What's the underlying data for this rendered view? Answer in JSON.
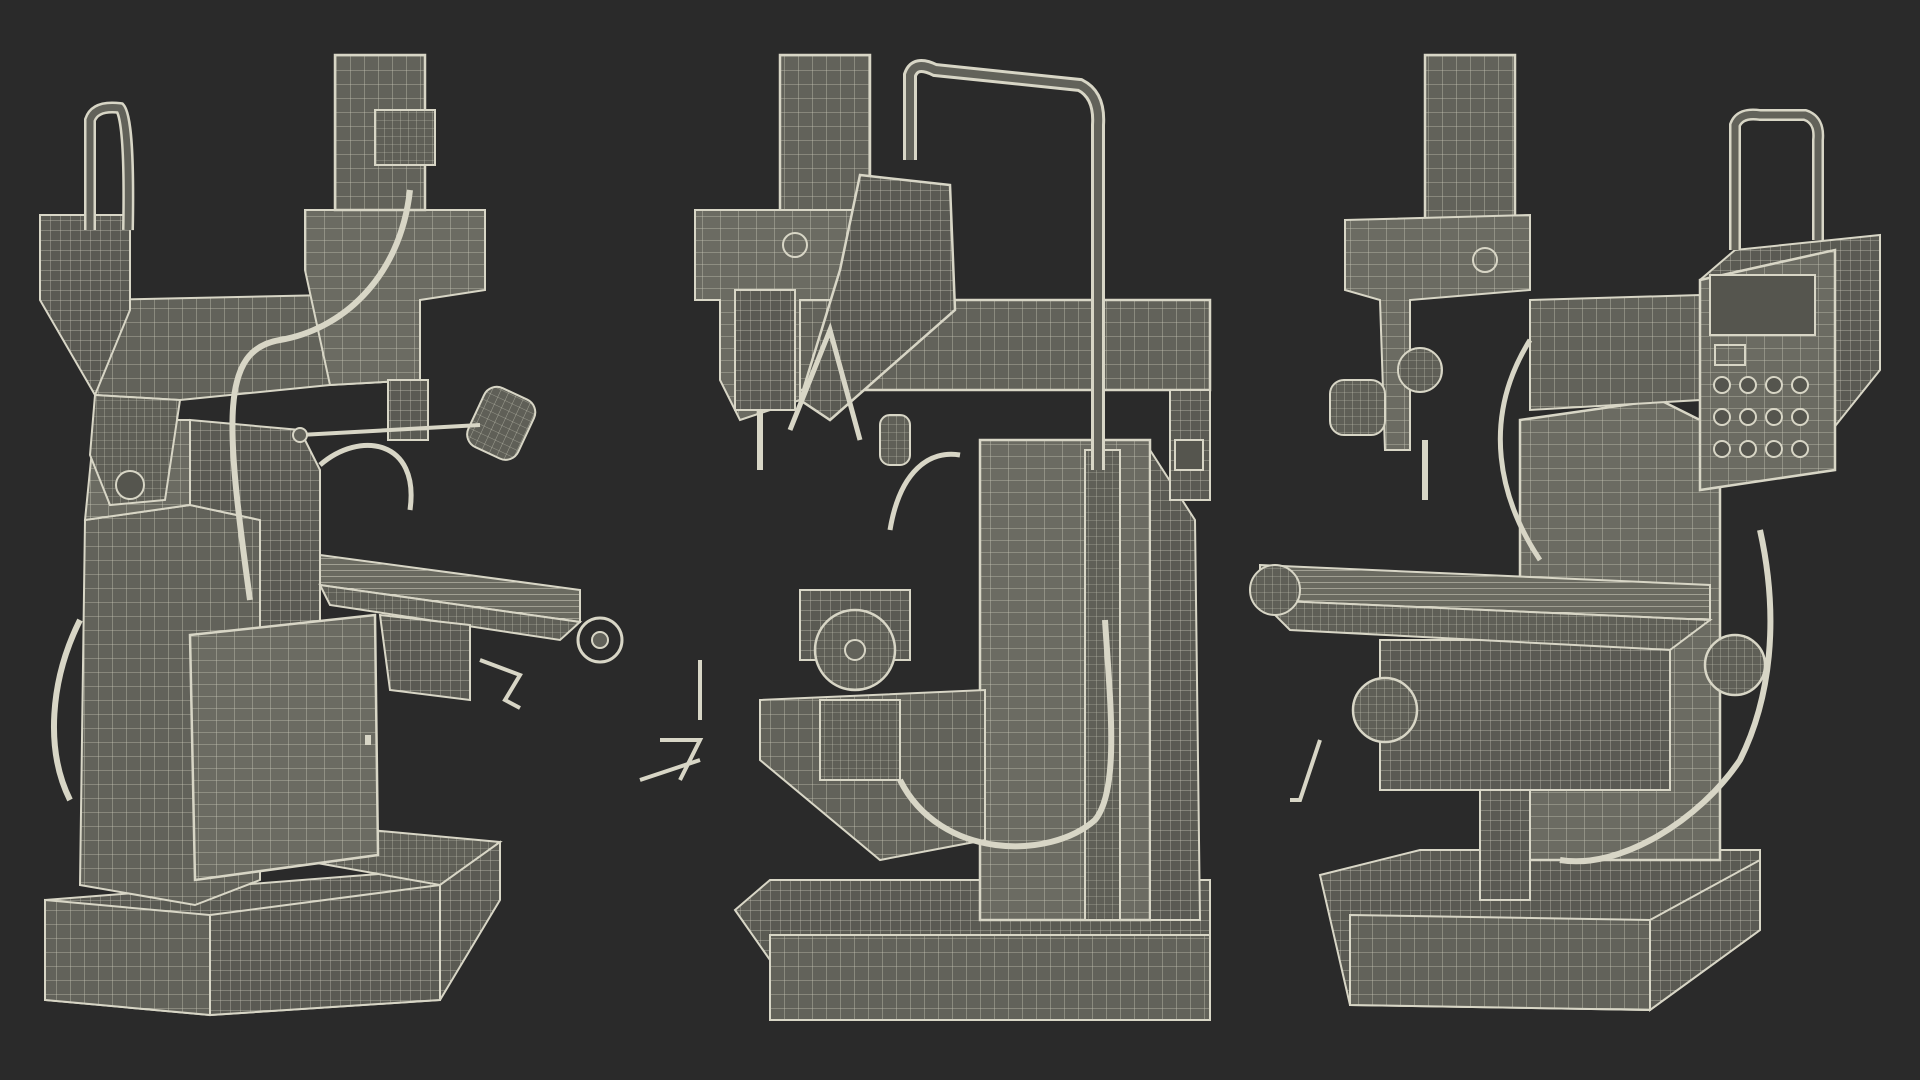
{
  "scene": {
    "background": "#2a2a2a",
    "body_fill": "#62625a",
    "body_fill_dark": "#55554e",
    "body_fill_light": "#6e6e65",
    "wire_color": "#d8d6c6",
    "views": [
      {
        "name": "left-perspective-view"
      },
      {
        "name": "side-elevation-view"
      },
      {
        "name": "right-perspective-view"
      }
    ],
    "control_panel": {
      "buttons_rows": 3,
      "buttons_cols": 4
    }
  }
}
